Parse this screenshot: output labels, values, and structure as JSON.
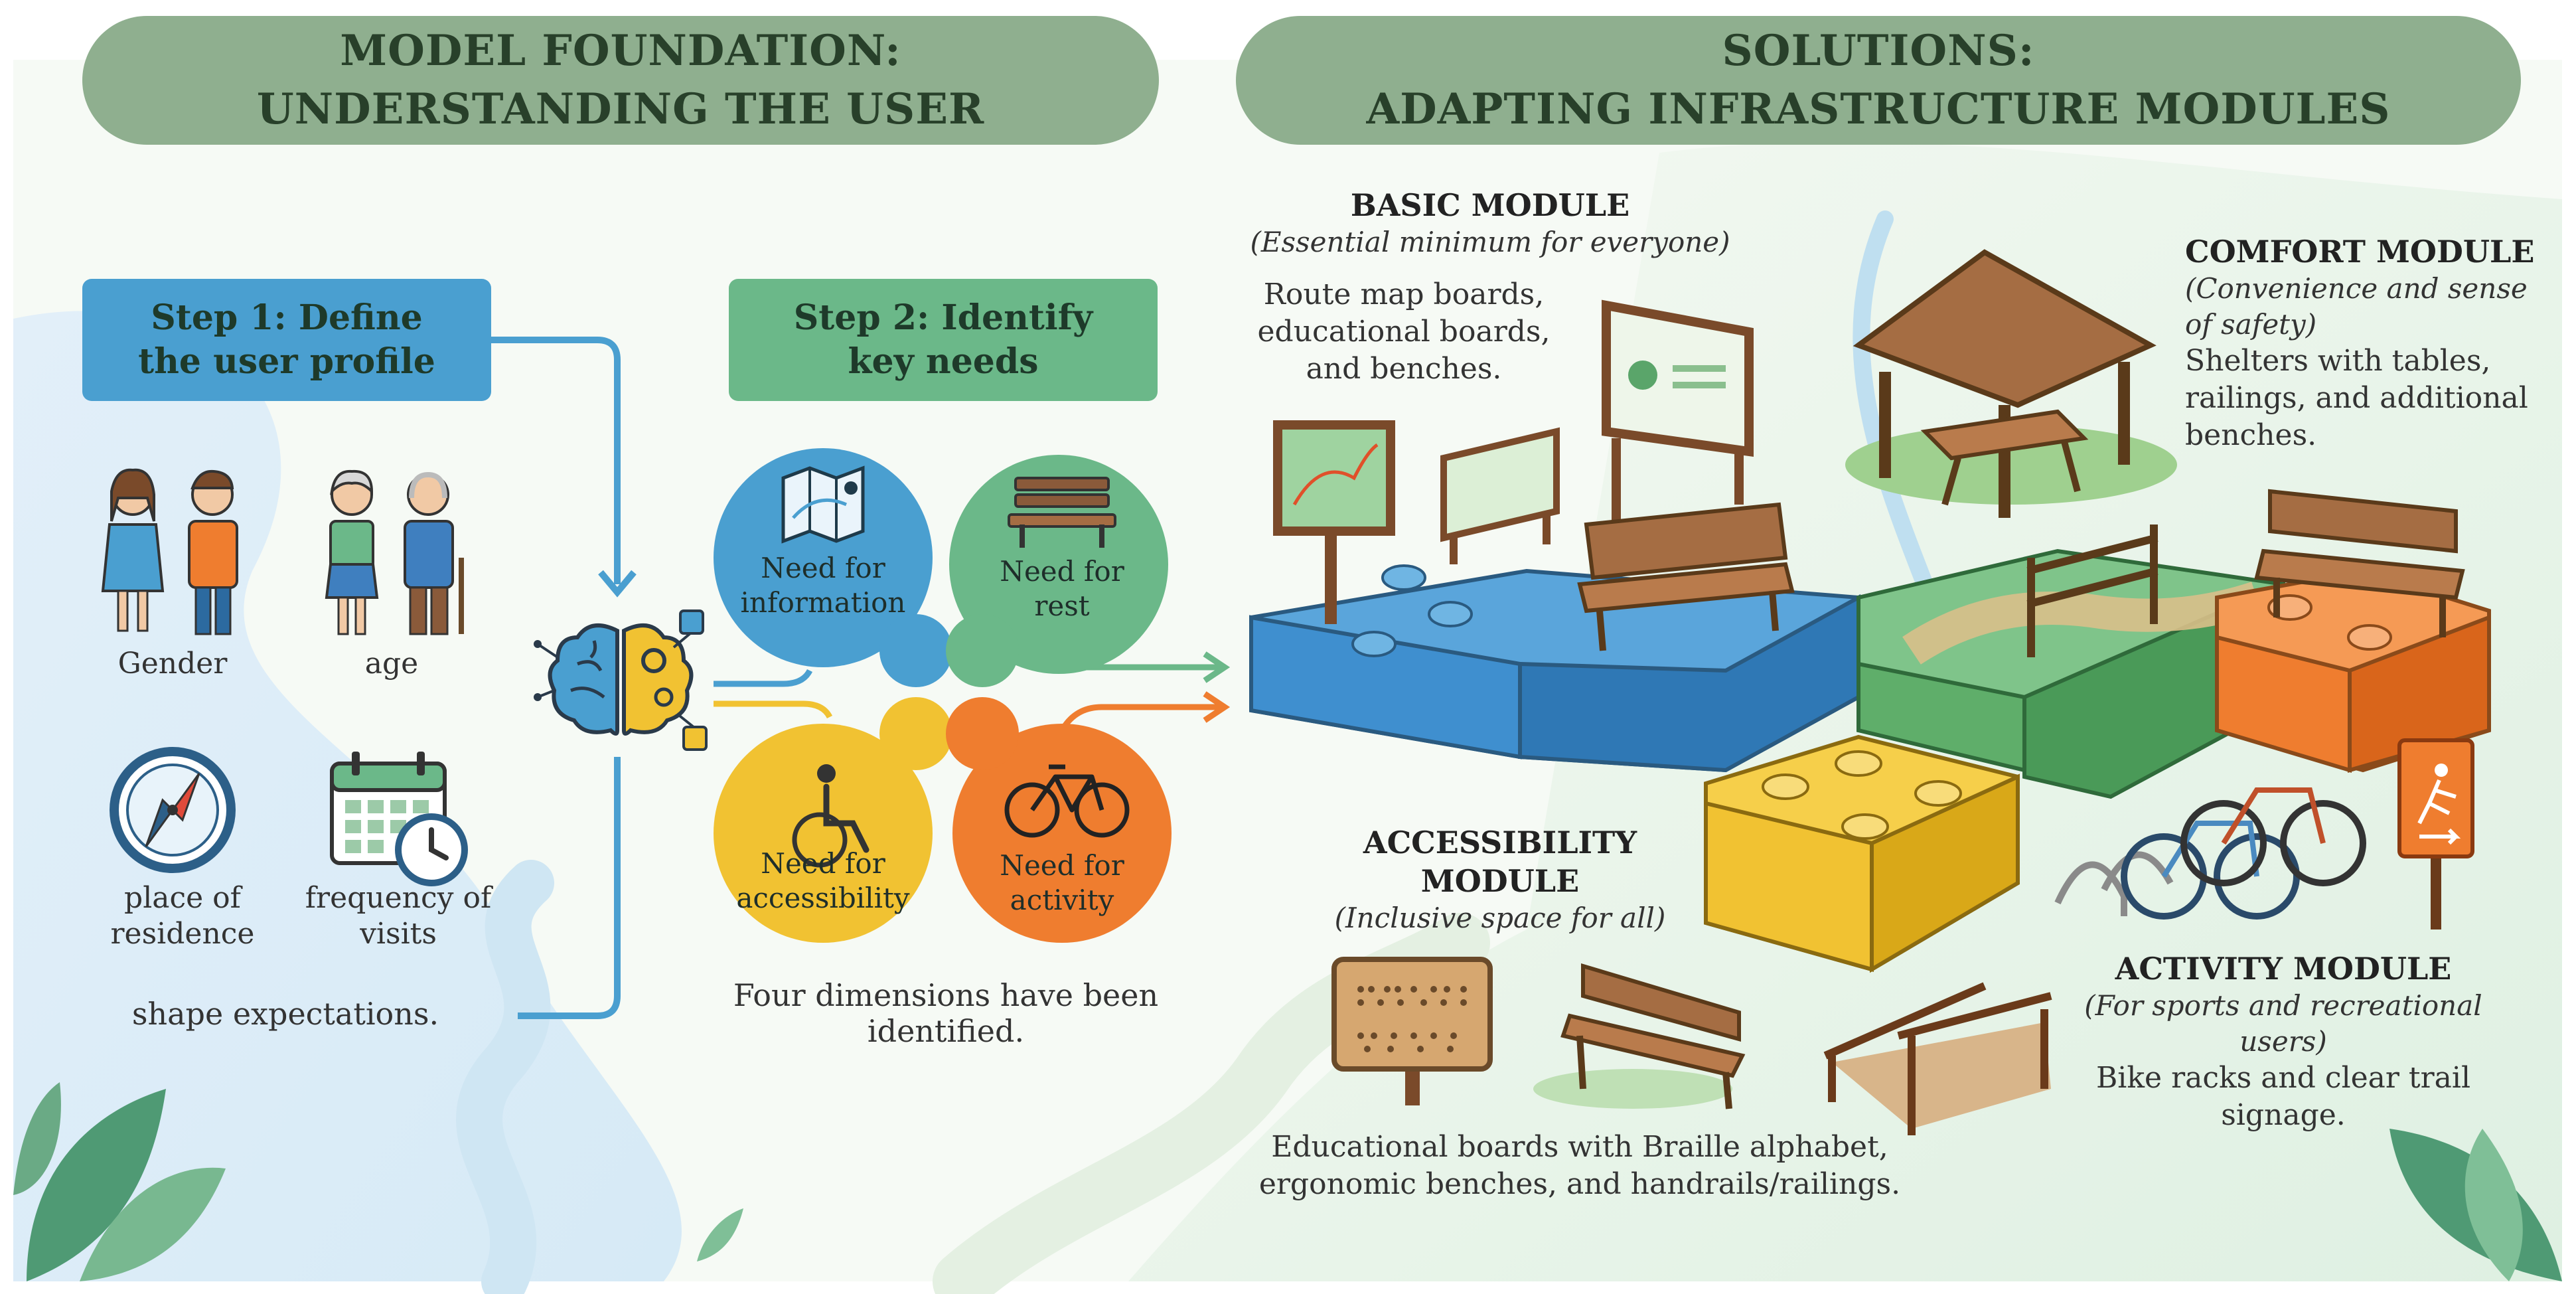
{
  "left_panel": {
    "header_line1": "MODEL FOUNDATION:",
    "header_line2": "UNDERSTANDING THE USER",
    "step1": {
      "line1": "Step 1: Define",
      "line2": "the user profile"
    },
    "profile": {
      "gender": "Gender",
      "age": "age",
      "place1": "place of",
      "place2": "residence",
      "freq1": "frequency of",
      "freq2": "visits"
    },
    "caption": "shape expectations.",
    "step2": {
      "line1": "Step 2: Identify",
      "line2": "key needs"
    },
    "needs": [
      {
        "line1": "Need for",
        "line2": "information",
        "icon": "map-icon",
        "color": "#4a9fd0"
      },
      {
        "line1": "Need for",
        "line2": "rest",
        "icon": "bench-icon",
        "color": "#6bb889"
      },
      {
        "line1": "Need for",
        "line2": "accessibility",
        "icon": "wheelchair-icon",
        "color": "#f1c232"
      },
      {
        "line1": "Need for",
        "line2": "activity",
        "icon": "bicycle-icon",
        "color": "#ef7d2f"
      }
    ],
    "needs_caption1": "Four dimensions have been",
    "needs_caption2": "identified."
  },
  "right_panel": {
    "header_line1": "SOLUTIONS:",
    "header_line2": "ADAPTING INFRASTRUCTURE MODULES",
    "basic": {
      "title": "BASIC MODULE",
      "subtitle": "(Essential minimum for everyone)",
      "desc1": "Route map boards,",
      "desc2": "educational boards,",
      "desc3": "and benches."
    },
    "comfort": {
      "title": "COMFORT MODULE",
      "subtitle1": "(Convenience and sense",
      "subtitle2": "of safety)",
      "desc1": "Shelters with tables,",
      "desc2": "railings, and additional",
      "desc3": "benches."
    },
    "accessibility": {
      "title1": "ACCESSIBILITY",
      "title2": "MODULE",
      "subtitle": "(Inclusive space for all)",
      "desc1": "Educational boards with Braille alphabet,",
      "desc2": "ergonomic benches, and handrails/railings."
    },
    "activity": {
      "title": "ACTIVITY MODULE",
      "subtitle1": "(For sports and recreational",
      "subtitle2": "users)",
      "desc1": "Bike racks and clear trail",
      "desc2": "signage."
    }
  },
  "colors": {
    "header": "#8faf8f",
    "step1": "#4a9fd0",
    "step2": "#6bb889",
    "blue_module": "#3f8fcf",
    "green_module": "#5fae6a",
    "yellow_module": "#f1c232",
    "orange_module": "#ef7d2f"
  }
}
